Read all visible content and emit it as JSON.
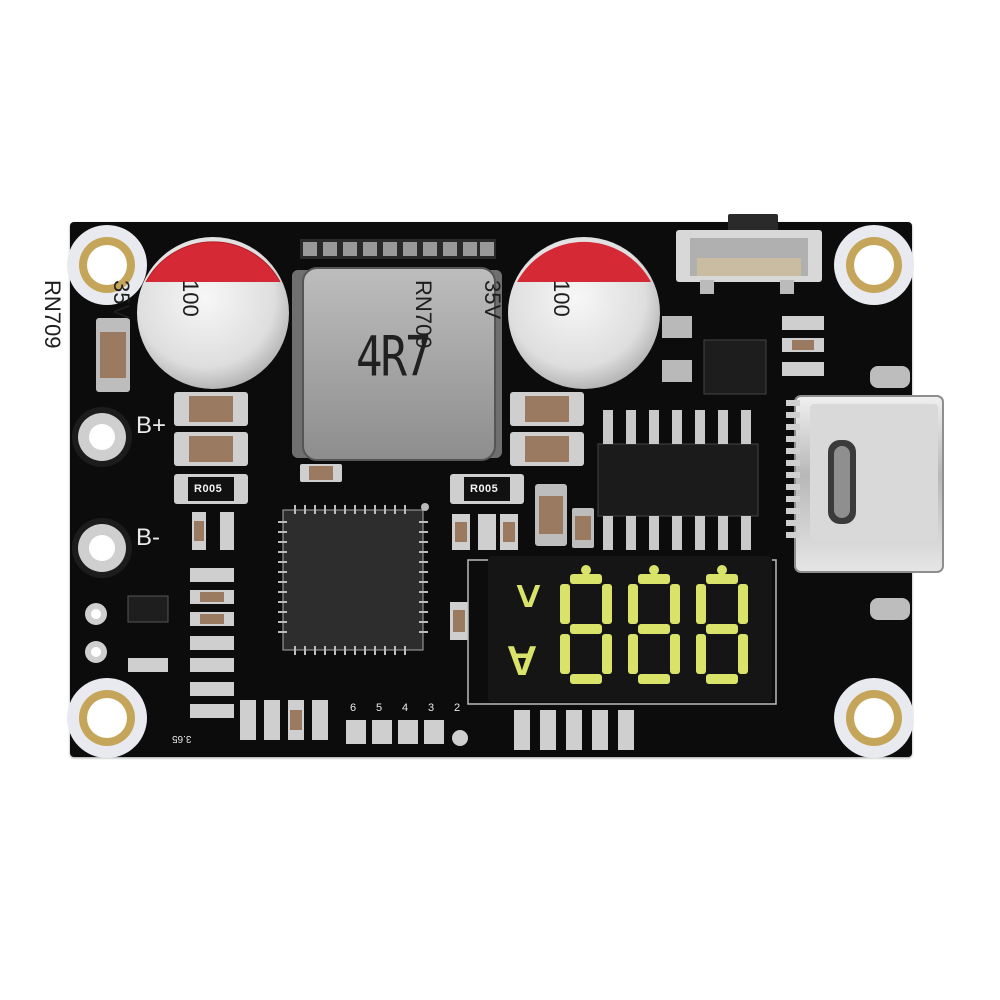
{
  "board": {
    "silkscreen": {
      "b_plus": "B+",
      "b_minus": "B-",
      "sense_resistor_left": "R005",
      "sense_resistor_right": "R005",
      "bottom_numbers": [
        "6",
        "5",
        "4",
        "3",
        "2"
      ],
      "small_marking": "3.65",
      "voltage_mode_symbol": "V",
      "current_mode_symbol": "A"
    },
    "capacitor_left": {
      "lines": [
        "100",
        "35V",
        "RN709"
      ]
    },
    "capacitor_right": {
      "lines": [
        "100",
        "35V",
        "RN709"
      ]
    },
    "inductor": {
      "marking": "4R7"
    },
    "display": {
      "digits": [
        "8",
        "8",
        "8"
      ],
      "segment_color": "#d9e36a"
    },
    "colors": {
      "pcb": "#0c0c0d",
      "capacitor_top": "#d52a35",
      "pad_silver": "#c9c9c9"
    }
  }
}
